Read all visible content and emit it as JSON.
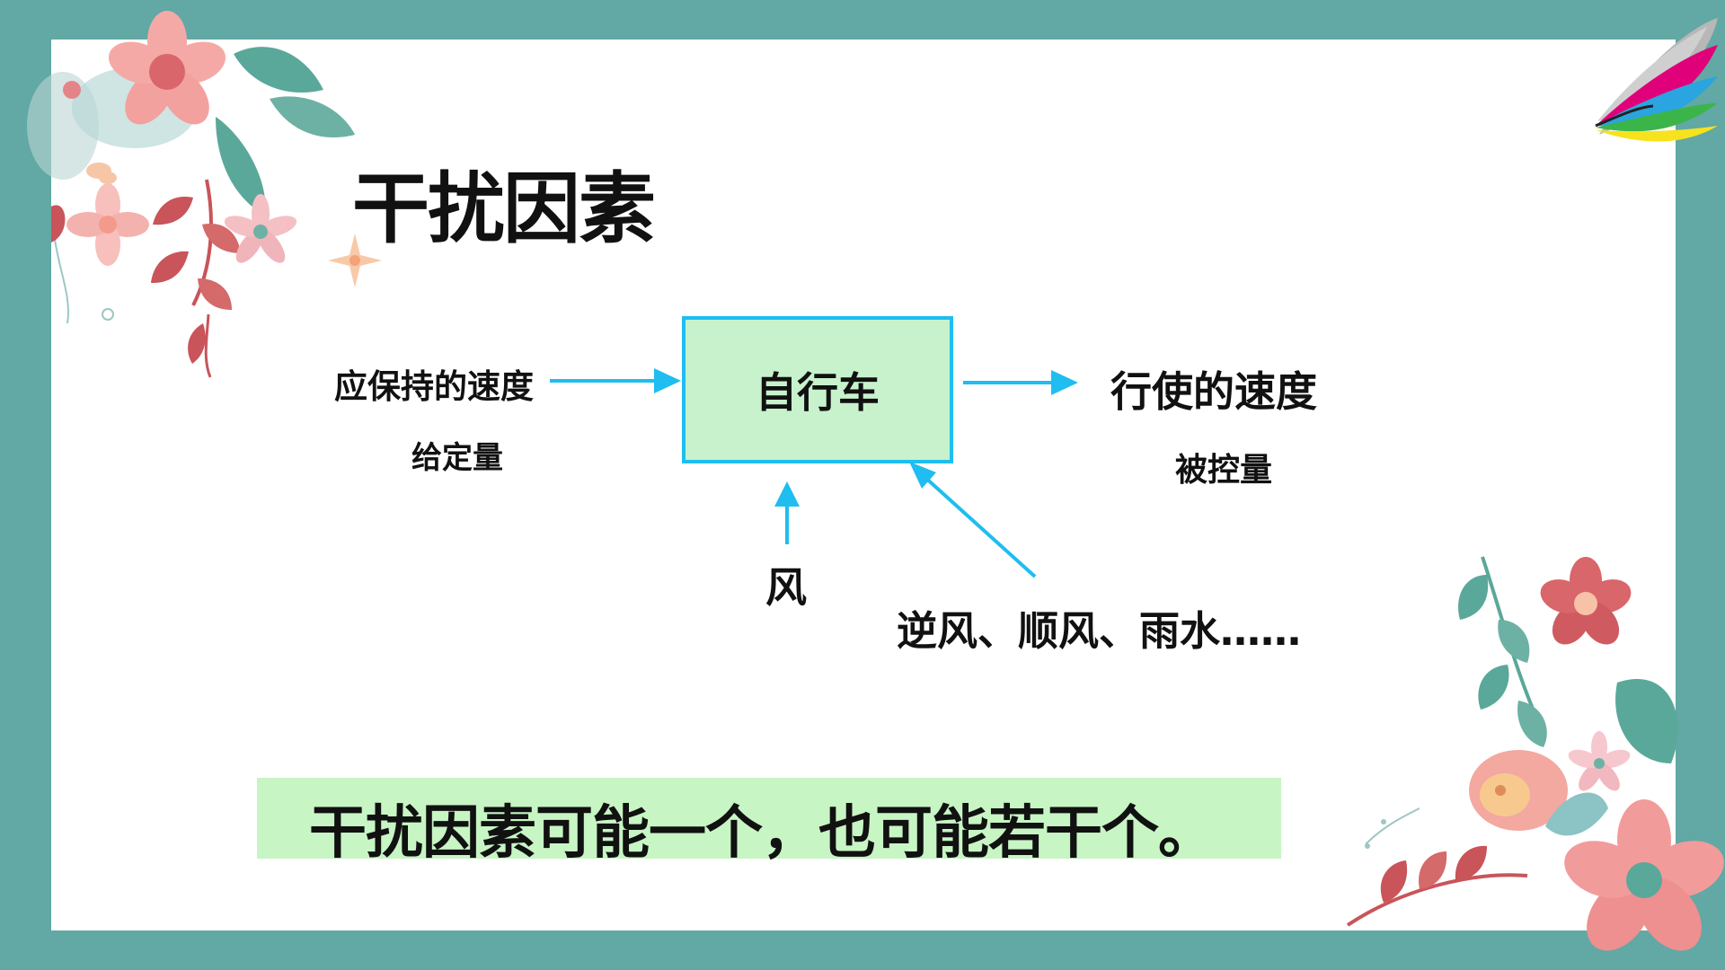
{
  "slide": {
    "title": "干扰因素",
    "conclusion": "干扰因素可能一个，也可能若干个。"
  },
  "diagram": {
    "input_label": "应保持的速度",
    "input_sublabel": "给定量",
    "system_label": "自行车",
    "output_label": "行使的速度",
    "output_sublabel": "被控量",
    "disturbance_label": "风",
    "disturbance_examples": "逆风、顺风、雨水……"
  },
  "colors": {
    "frame": "#62a8a4",
    "arrow": "#1fbdf0",
    "box_fill": "#c7f2cc",
    "highlight": "#c7f5c4",
    "flower_pink": "#f29b9b",
    "leaf_teal": "#5aa89a",
    "leaf_red": "#c9545a"
  },
  "icons": [
    "floral-decoration-icon",
    "color-fan-logo-icon"
  ]
}
